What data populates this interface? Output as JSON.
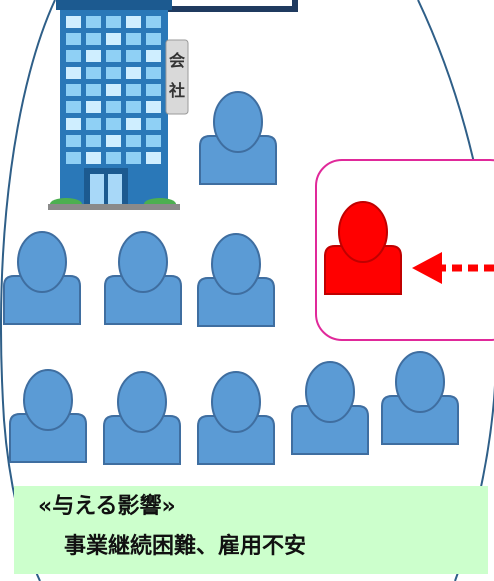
{
  "building": {
    "sign": [
      "会",
      "社"
    ]
  },
  "caption": {
    "line1": "«与える影響»",
    "line2": "事業継続困難、雇用不安"
  },
  "colors": {
    "person_blue": "#5b9bd5",
    "person_outline": "#3f6ea0",
    "highlight_red": "#ff0000",
    "highlight_frame": "#e0299a",
    "caption_bg": "#ccffcc",
    "oval_outline": "#2f5f88"
  },
  "people_count": 10,
  "highlighted_person": "red-person"
}
